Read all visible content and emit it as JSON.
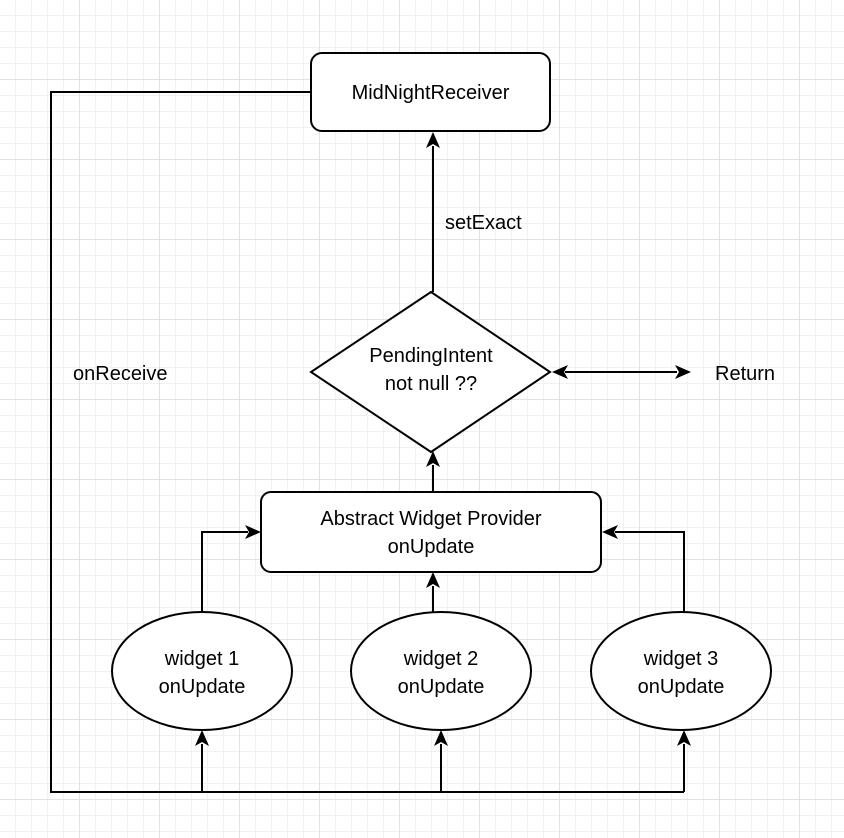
{
  "nodes": {
    "receiver": {
      "label": "MidNightReceiver"
    },
    "decision": {
      "line1": "PendingIntent",
      "line2": "not null ??"
    },
    "provider": {
      "line1": "Abstract Widget Provider",
      "line2": "onUpdate"
    },
    "widget1": {
      "line1": "widget 1",
      "line2": "onUpdate"
    },
    "widget2": {
      "line1": "widget 2",
      "line2": "onUpdate"
    },
    "widget3": {
      "line1": "widget 3",
      "line2": "onUpdate"
    }
  },
  "edge_labels": {
    "set_exact": "setExact",
    "on_receive": "onReceive",
    "return": "Return"
  },
  "colors": {
    "stroke": "#000000",
    "fill": "#ffffff",
    "grid": "#e2e2e2"
  }
}
